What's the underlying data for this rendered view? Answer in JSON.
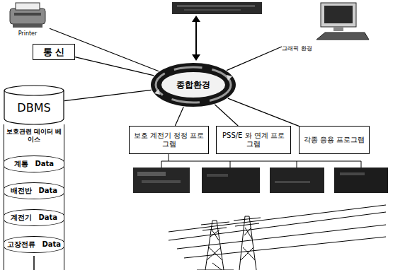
{
  "diagram": {
    "nodes": [
      {
        "text": [
          "Printer"
        ]
      },
      {
        "text": [
          "통 신"
        ]
      },
      {
        "text": [
          "종합환경"
        ]
      },
      {
        "text": [
          "그래픽 환경"
        ]
      },
      {
        "text": [
          "DBMS"
        ]
      },
      {
        "text": [
          "보호관련 데이터 베이스"
        ]
      },
      {
        "text": [
          "계통 Data"
        ],
        "in": 5
      },
      {
        "text": [
          "배전반 Data"
        ],
        "in": 5
      },
      {
        "text": [
          "계전기 Data"
        ],
        "in": 5
      },
      {
        "text": [
          "고장전류 Data"
        ],
        "in": 5
      },
      {
        "text": [
          "보호 계전기 정정 프로그램"
        ]
      },
      {
        "text": [
          "PSS/E 와 연계 프로그램"
        ]
      },
      {
        "text": [
          "각종 응용 프로그램"
        ]
      }
    ],
    "edges": [
      {
        "from": 2,
        "to": 0,
        "arrow": "none"
      },
      {
        "from": 2,
        "to": 1,
        "arrow": "none"
      },
      {
        "from": 2,
        "to": 3,
        "arrow": "none"
      },
      {
        "from": 2,
        "to": 4,
        "arrow": "none"
      },
      {
        "from": 2,
        "to": 10,
        "arrow": "none"
      },
      {
        "from": 2,
        "to": 11,
        "arrow": "none"
      },
      {
        "from": 2,
        "to": 12,
        "arrow": "none"
      }
    ]
  }
}
